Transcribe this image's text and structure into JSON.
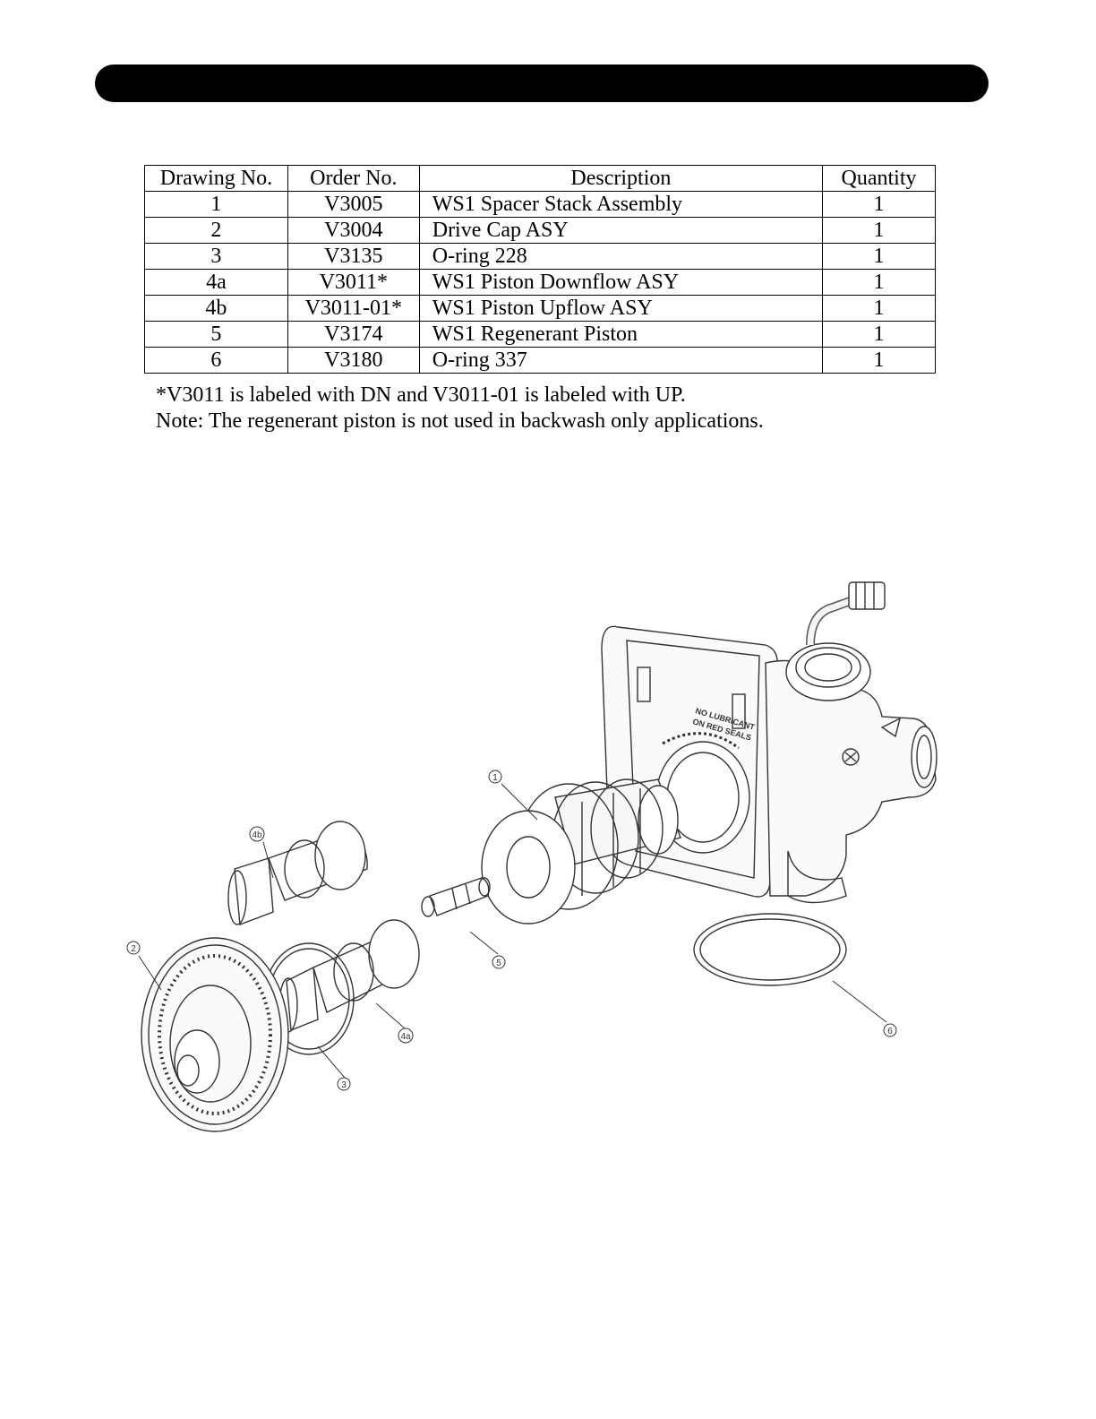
{
  "table": {
    "headers": [
      "Drawing No.",
      "Order No.",
      "Description",
      "Quantity"
    ],
    "rows": [
      [
        "1",
        "V3005",
        "WS1 Spacer Stack Assembly",
        "1"
      ],
      [
        "2",
        "V3004",
        "Drive Cap ASY",
        "1"
      ],
      [
        "3",
        "V3135",
        "O-ring 228",
        "1"
      ],
      [
        "4a",
        "V3011*",
        "WS1 Piston Downflow ASY",
        "1"
      ],
      [
        "4b",
        "V3011-01*",
        "WS1 Piston Upflow ASY",
        "1"
      ],
      [
        "5",
        "V3174",
        "WS1 Regenerant Piston",
        "1"
      ],
      [
        "6",
        "V3180",
        "O-ring 337",
        "1"
      ]
    ]
  },
  "notes": [
    "*V3011 is labeled with DN and V3011-01 is labeled with UP.",
    "Note: The regenerant piston is not used in backwash only applications."
  ],
  "diagram": {
    "callouts": [
      "1",
      "2",
      "3",
      "4a",
      "4b",
      "5",
      "6"
    ],
    "valve_text": [
      "NO LUBRICANT",
      "ON RED SEALS"
    ]
  }
}
